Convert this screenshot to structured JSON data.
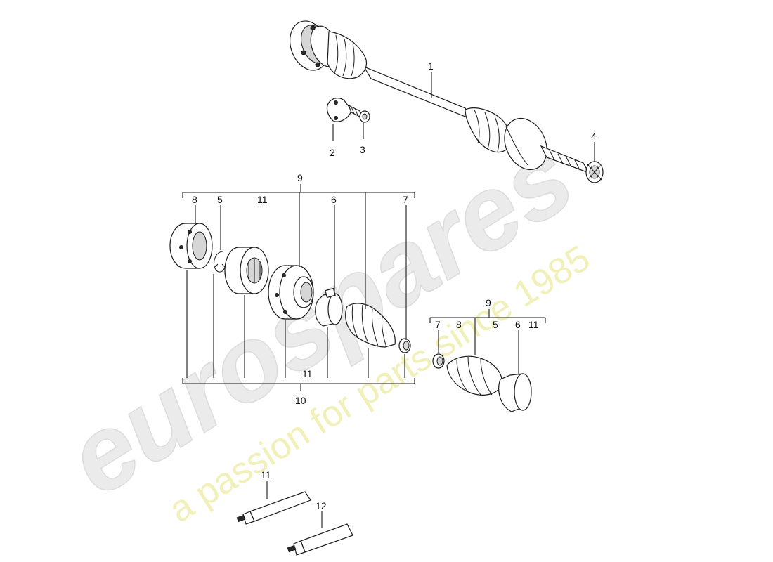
{
  "watermark": {
    "logo": "eurospares",
    "tagline": "a passion for parts since 1985",
    "logo_color": "#e6e6e6",
    "tagline_color": "#eeeeaa"
  },
  "callouts": {
    "c1": "1",
    "c2": "2",
    "c3": "3",
    "c4": "4",
    "g9": "9",
    "g8": "8",
    "g5": "5",
    "g11": "11",
    "g6": "6",
    "g7": "7",
    "b11": "11",
    "b10": "10",
    "r9": "9",
    "r7": "7",
    "r8": "8",
    "r5": "5",
    "r6": "6",
    "r11": "11",
    "t11": "11",
    "t12": "12"
  }
}
